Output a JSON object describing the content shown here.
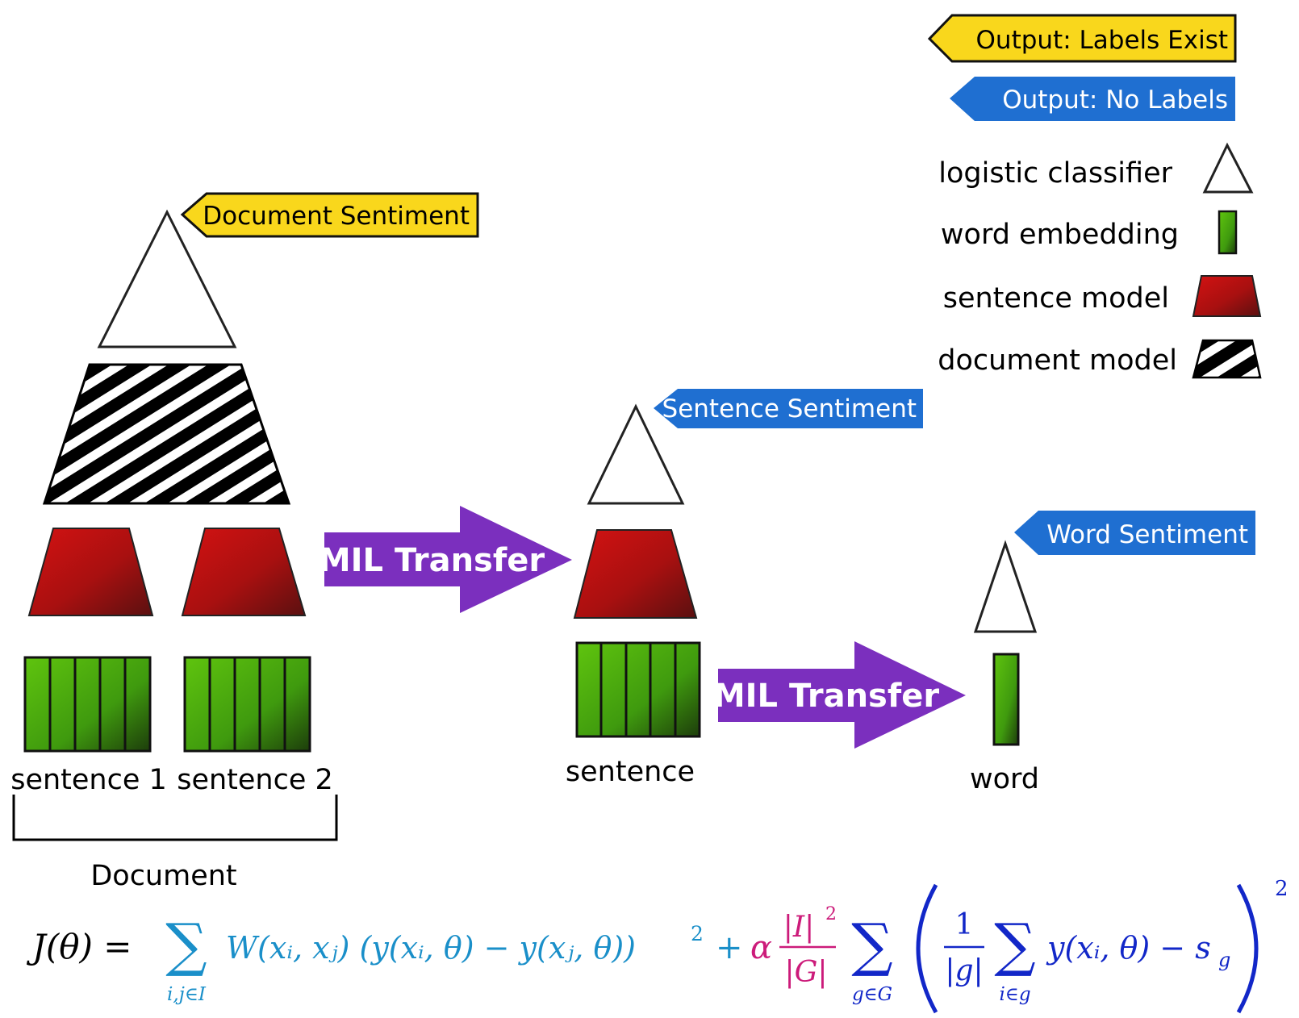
{
  "legend": {
    "labels_exist": "Output: Labels Exist",
    "no_labels": "Output: No Labels",
    "logistic_classifier": "logistic classifier",
    "word_embedding": "word embedding",
    "sentence_model": "sentence model",
    "document_model": "document model"
  },
  "outputs": {
    "document_sentiment": "Document Sentiment",
    "sentence_sentiment": "Sentence Sentiment",
    "word_sentiment": "Word Sentiment"
  },
  "transfers": {
    "first": "MIL Transfer",
    "second": "MIL Transfer"
  },
  "labels": {
    "sentence_1": "sentence 1",
    "sentence_2": "sentence 2",
    "document": "Document",
    "sentence": "sentence",
    "word": "word"
  },
  "formula": {
    "lhs": "J(θ) =",
    "sum1_sub": "i,j∈I",
    "term1": "W(xᵢ, xⱼ) (y(xᵢ, θ) − y(xⱼ, θ))",
    "sq1": "2",
    "plus": "+",
    "alpha": "α",
    "frac_num": "|I|",
    "frac_num_sup": "2",
    "frac_den": "|G|",
    "sum2_sub": "g∈G",
    "inner_num": "1",
    "inner_den": "|g|",
    "sum3_sub": "i∈g",
    "term2": "y(xᵢ, θ) − s",
    "term2_sub": "g",
    "sq2": "2"
  },
  "colors": {
    "yellow_tag": "#f9d71c",
    "blue_tag": "#1f6fd1",
    "purple_arrow": "#7b2fbe",
    "red_model": "#b01010",
    "green_embed": "#3f9a0e",
    "formula_cyan": "#1a8fc9",
    "formula_magenta": "#cc1b7a",
    "formula_blue": "#1227c8"
  }
}
